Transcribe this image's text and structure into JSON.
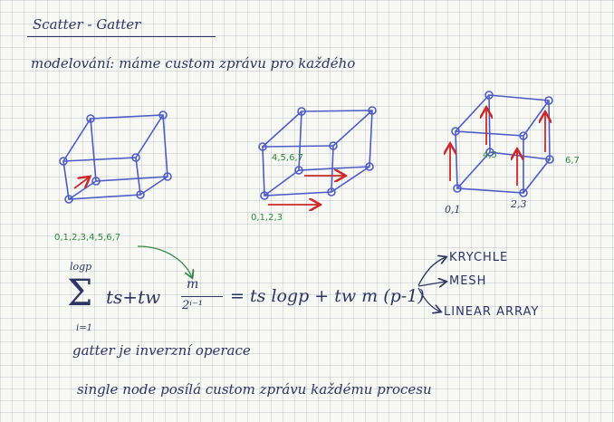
{
  "note": {
    "title": "Scatter - Gatter",
    "line1": "modelování: máme custom zprávu pro každého",
    "procs_list": "0,1,2,3,4,5,6,7",
    "sum_upper": "logp",
    "sigma": "Σ",
    "sum_lower": "i=1",
    "expr_left": "ts+tw",
    "frac_num": "m",
    "frac_den": "2ⁱ⁻¹",
    "expr_right": "= ts logp + tw m (p-1)",
    "options": [
      "KRYCHLE",
      "MESH",
      "LINEAR ARRAY"
    ],
    "line2": "gatter je inverzní operace",
    "line3": "single node posílá custom zprávu každému procesu"
  },
  "cubes": {
    "cube2_label_top": "4,5,6,7",
    "cube2_label_bottom": "0,1,2,3",
    "cube3_label_front": "4,5",
    "cube3_label_right": "6,7",
    "cube3_label_bl": "0,1",
    "cube3_label_br": "2,3"
  },
  "colors": {
    "ink": "#2d3565",
    "cube": "#4d5cc9",
    "arrow": "#cc2a2a",
    "green": "#2f8a3e"
  }
}
